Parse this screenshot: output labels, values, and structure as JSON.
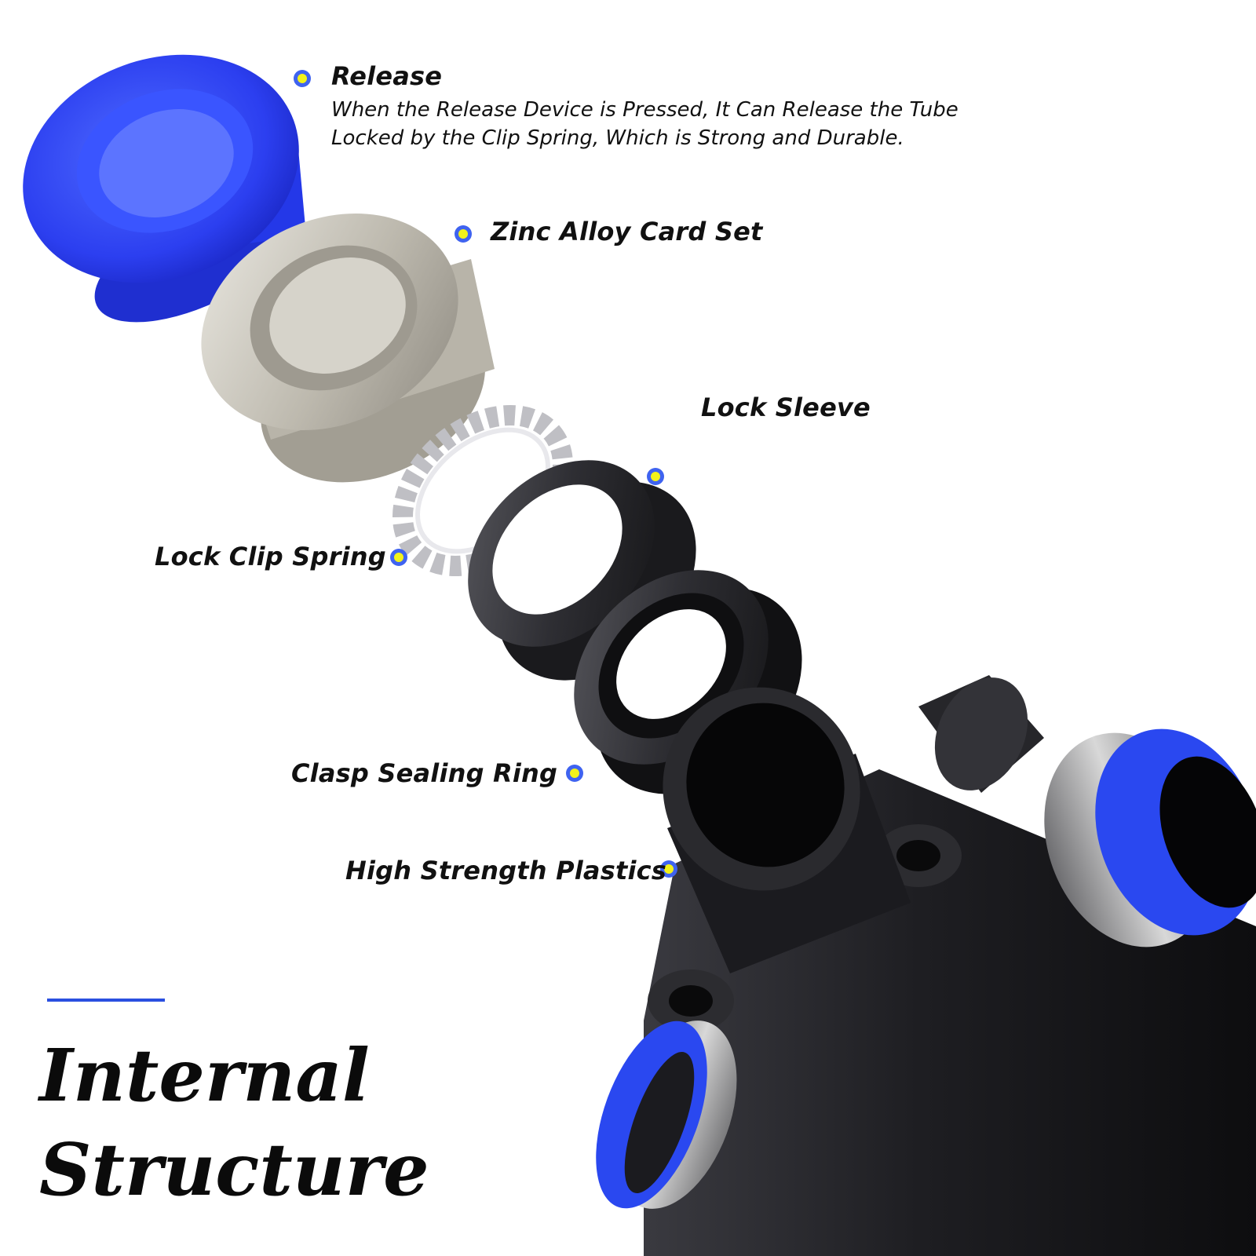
{
  "colors": {
    "accent": "#2a4fe0",
    "marker_ring": "#3f63f0",
    "marker_core": "#f2f21a",
    "release_blue": "#2d46f2",
    "zinc": "#c9c6bd",
    "rubber": "#2b2b2e",
    "body": "#1d1d20"
  },
  "parts": [
    {
      "label": "Release",
      "icon": "release-button-cap"
    },
    {
      "label": "Zinc Alloy Card Set",
      "icon": "zinc-alloy-ring"
    },
    {
      "label": "Lock Sleeve",
      "icon": "lock-sleeve-ring"
    },
    {
      "label": "Lock Clip Spring",
      "icon": "clip-spring"
    },
    {
      "label": "Clasp Sealing Ring",
      "icon": "sealing-ring"
    },
    {
      "label": "High Strength Plastics",
      "icon": "fitting-body"
    }
  ],
  "release_description": [
    "When the Release Device is Pressed, It Can Release the Tube",
    "Locked by the Clip Spring, Which is Strong and Durable."
  ],
  "title": {
    "line1": "Internal",
    "line2": "Structure"
  }
}
